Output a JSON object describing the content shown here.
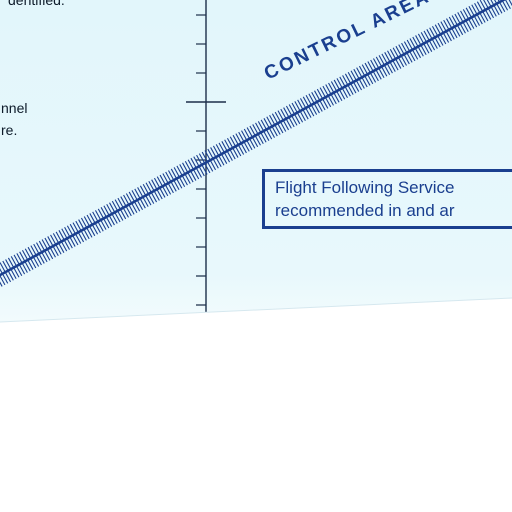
{
  "map": {
    "colors": {
      "airspace_fill": "#e2f6fb",
      "boundary": "#1a3f8f",
      "text": "#1a3f8f",
      "note_text": "#0d1b2a",
      "page_background": "#ffffff"
    },
    "notes": {
      "top_left_partial": "dentified.",
      "channel_partial": "nnel",
      "re_partial": "re."
    },
    "control_area_label": "CONTROL AREA",
    "notice_box": {
      "line1": "Flight Following Service",
      "line2": "recommended in and ar"
    }
  }
}
